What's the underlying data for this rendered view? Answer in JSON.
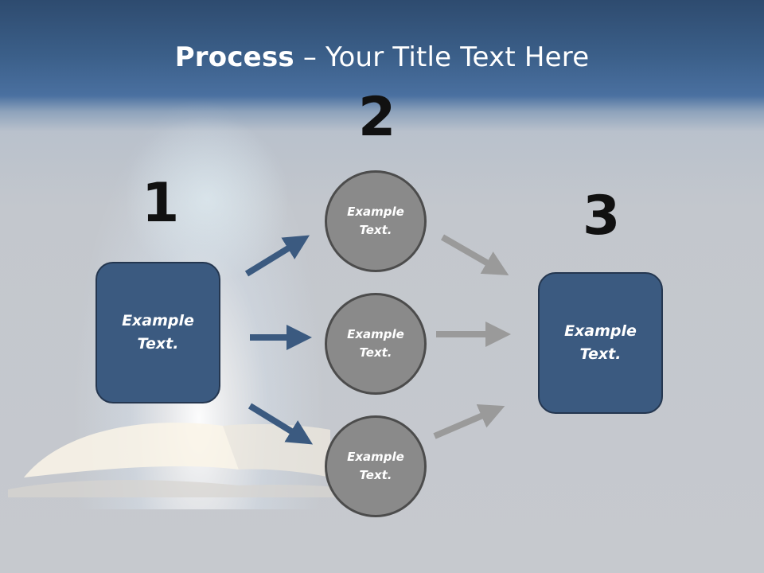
{
  "title": {
    "bold": "Process",
    "rest": " – Your Title Text Here"
  },
  "steps": {
    "one": "1",
    "two": "2",
    "three": "3"
  },
  "nodes": {
    "left_box": {
      "line1": "Example",
      "line2": "Text."
    },
    "circle_top": {
      "line1": "Example",
      "line2": "Text."
    },
    "circle_middle": {
      "line1": "Example",
      "line2": "Text."
    },
    "circle_bottom": {
      "line1": "Example",
      "line2": "Text."
    },
    "right_box": {
      "line1": "Example",
      "line2": "Text."
    }
  },
  "colors": {
    "box_fill": "#3b5a80",
    "box_border": "#24364f",
    "circle_fill": "#8a8a8a",
    "circle_border": "#4c4c4c",
    "blue_arrow": "#3b5a80",
    "gray_arrow": "#9a9a9a"
  },
  "icons": [
    "blue-arrow-icon",
    "gray-arrow-icon",
    "open-book-illustration"
  ]
}
